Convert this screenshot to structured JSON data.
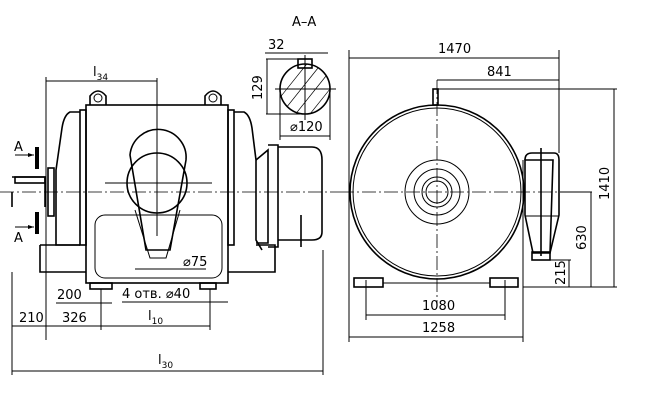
{
  "section": {
    "title": "A–A",
    "key_width": "32",
    "key_depth": "129",
    "shaft_diameter": "⌀120"
  },
  "section_markers": {
    "top": "A",
    "bottom": "A"
  },
  "front_view": {
    "l34": {
      "main": "l",
      "sub": "34"
    },
    "hole_diameter": "⌀75",
    "foot_offset": "200",
    "holes": "4 отв. ⌀40",
    "shaft_extension": "210",
    "shaft_to_hole": "326",
    "l10": {
      "main": "l",
      "sub": "10"
    },
    "l30": {
      "main": "l",
      "sub": "30"
    }
  },
  "side_view": {
    "overall_width": "1470",
    "axis_to_box": "841",
    "overall_height": "1410",
    "axis_height": "630",
    "box_height": "215",
    "hole_spacing": "1080",
    "base_width": "1258"
  }
}
